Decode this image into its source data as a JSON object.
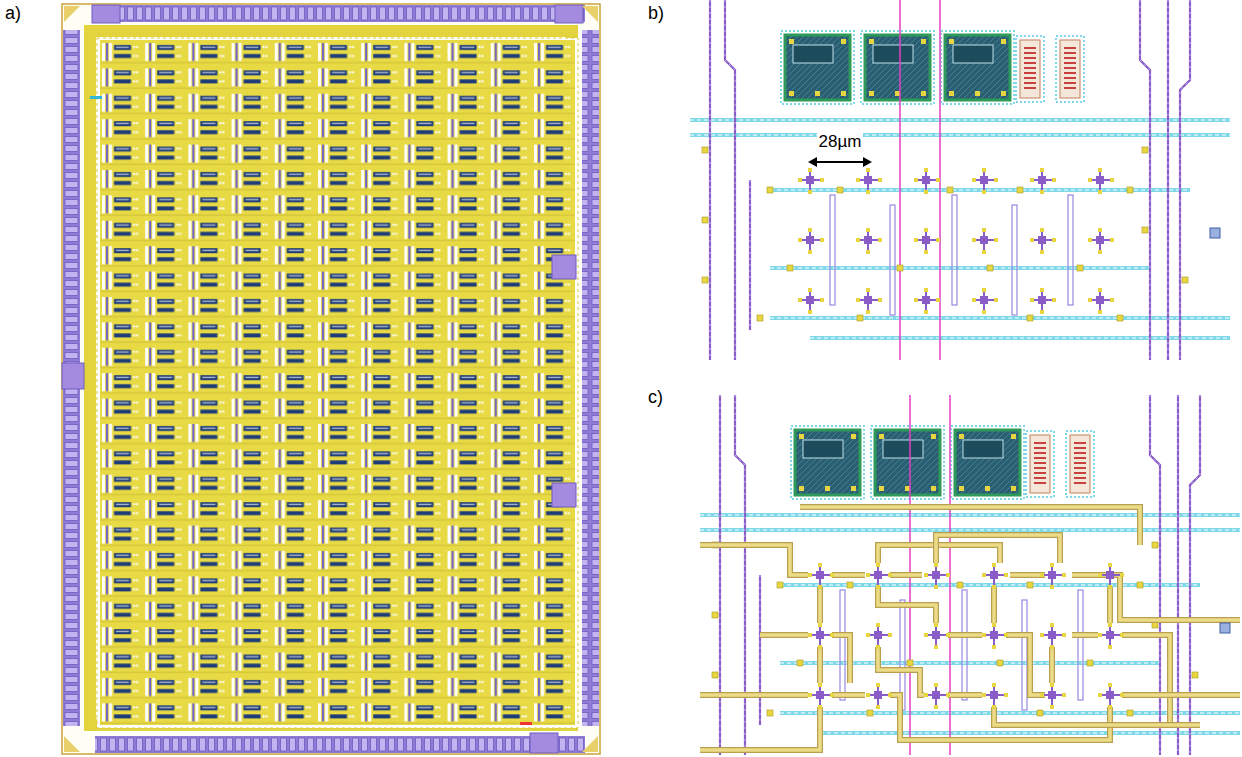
{
  "diagram": {
    "labels": [
      "a)",
      "b)",
      "c)",
      "28µm"
    ]
  }
}
